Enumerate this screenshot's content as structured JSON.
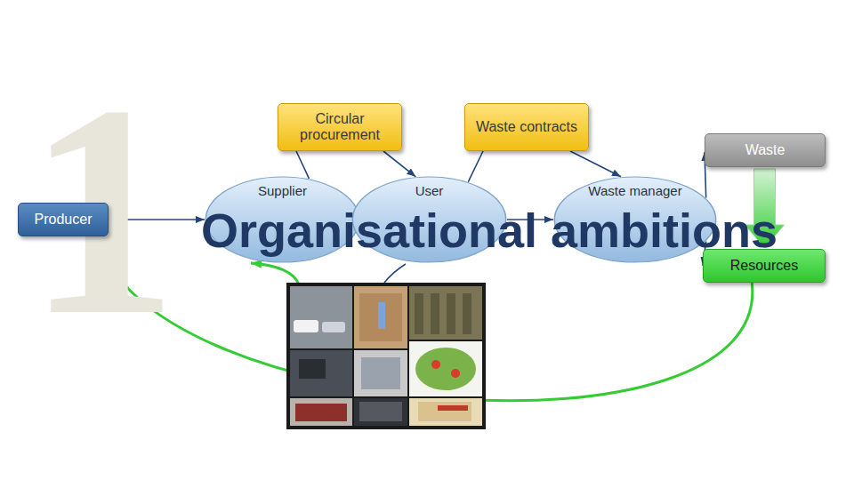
{
  "diagram": {
    "title": "Organisational ambitions",
    "nodes": [
      {
        "text": [
          "Circular procurement"
        ]
      },
      {
        "text": [
          "Waste contracts"
        ]
      },
      {
        "text": [
          "Waste"
        ]
      },
      {
        "text": [
          "Producer"
        ]
      },
      {
        "text": [
          "Supplier"
        ]
      },
      {
        "text": [
          "User"
        ]
      },
      {
        "text": [
          "Waste manager"
        ]
      },
      {
        "text": [
          "Resources"
        ]
      }
    ],
    "edges": [
      {
        "from": 0,
        "to": 4,
        "arrow": "none"
      },
      {
        "from": 0,
        "to": 5,
        "arrow": "to"
      },
      {
        "from": 1,
        "to": 5,
        "arrow": "none"
      },
      {
        "from": 1,
        "to": 6,
        "arrow": "to"
      },
      {
        "from": 3,
        "to": 4,
        "arrow": "to"
      },
      {
        "from": 4,
        "to": 5,
        "arrow": "to"
      },
      {
        "from": 5,
        "to": 6,
        "arrow": "to"
      },
      {
        "from": 6,
        "to": 2,
        "arrow": "to"
      },
      {
        "from": 6,
        "to": 7,
        "arrow": "to"
      },
      {
        "from": 2,
        "to": 7,
        "arrow": "to"
      },
      {
        "from": 7,
        "to": 3,
        "arrow": "none"
      }
    ],
    "labels": [
      "1"
    ]
  }
}
